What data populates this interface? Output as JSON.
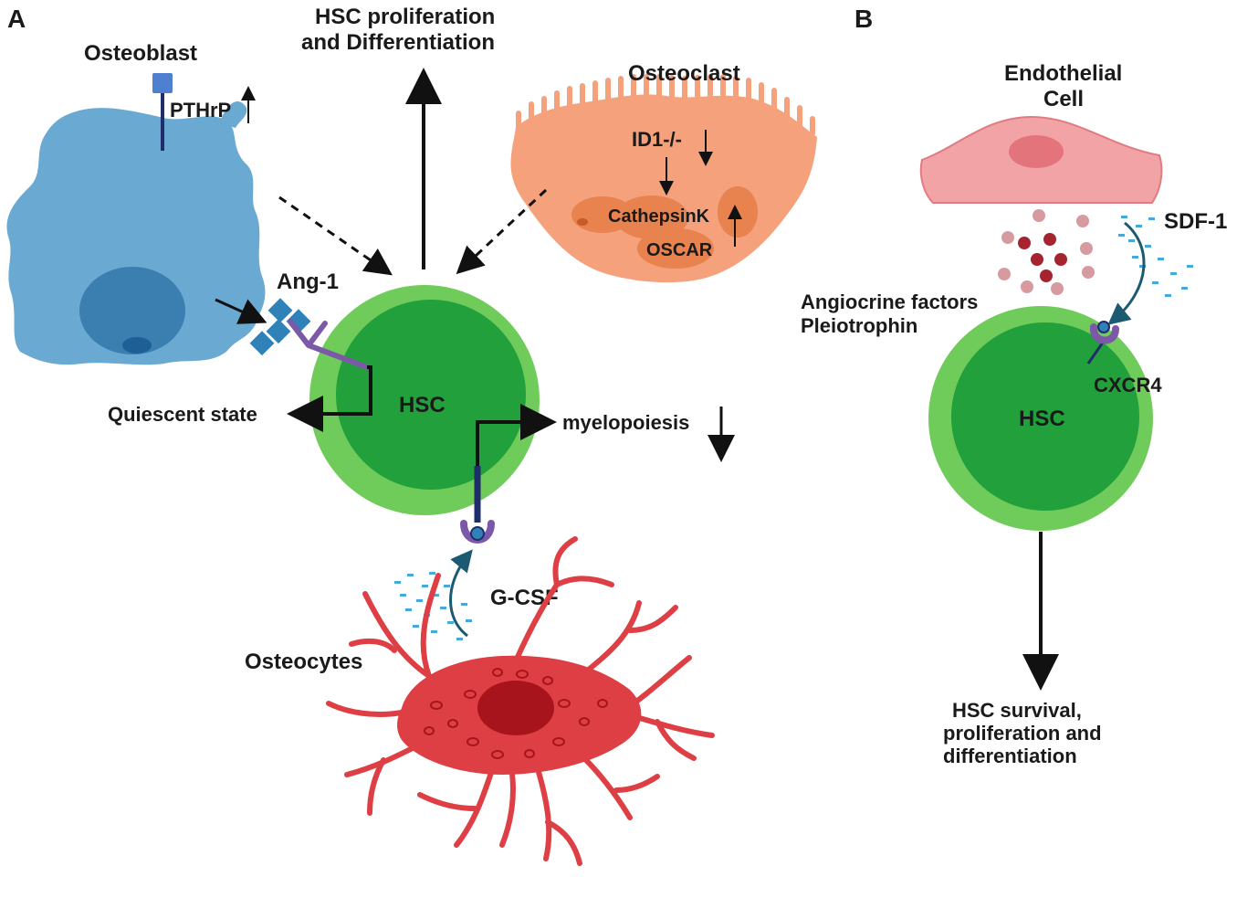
{
  "panels": {
    "a": {
      "label": "A"
    },
    "b": {
      "label": "B"
    }
  },
  "panel_a": {
    "osteoblast": "Osteoblast",
    "pthrp": "PTHrP",
    "hsc_prolif_line1": "HSC proliferation",
    "hsc_prolif_line2": "and  Differentiation",
    "osteoclast": "Osteoclast",
    "id1": "ID1-/-",
    "cathepsin": "CathepsinK",
    "oscar": "OSCAR",
    "ang1": "Ang-1",
    "hsc": "HSC",
    "quiescent": "Quiescent state",
    "myelopoiesis": "myelopoiesis",
    "gcsf": "G-CSF",
    "osteocytes": "Osteocytes"
  },
  "panel_b": {
    "endothelial_line1": "Endothelial",
    "endothelial_line2": "Cell",
    "sdf1": "SDF-1",
    "angiocrine_line1": "Angiocrine factors",
    "angiocrine_line2": "Pleiotrophin",
    "cxcr4": "CXCR4",
    "hsc": "HSC",
    "outcome_line1": "HSC survival,",
    "outcome_line2": "proliferation and",
    "outcome_line3": "differentiation"
  },
  "colors": {
    "osteoblast": "#6aaad2",
    "osteoblast_nucleus": "#3a7fb0",
    "osteoclast": "#f4a17c",
    "osteoclast_nucleus": "#e8824f",
    "hsc_outer": "#6fcb5a",
    "hsc_inner": "#22a03c",
    "osteocyte": "#dd3f45",
    "osteocyte_nucleus": "#a8141b",
    "endothelial": "#f2a3a6",
    "receptor": "#7b58a8",
    "ang1_squares": "#2f82b8",
    "arrow": "#111111"
  }
}
